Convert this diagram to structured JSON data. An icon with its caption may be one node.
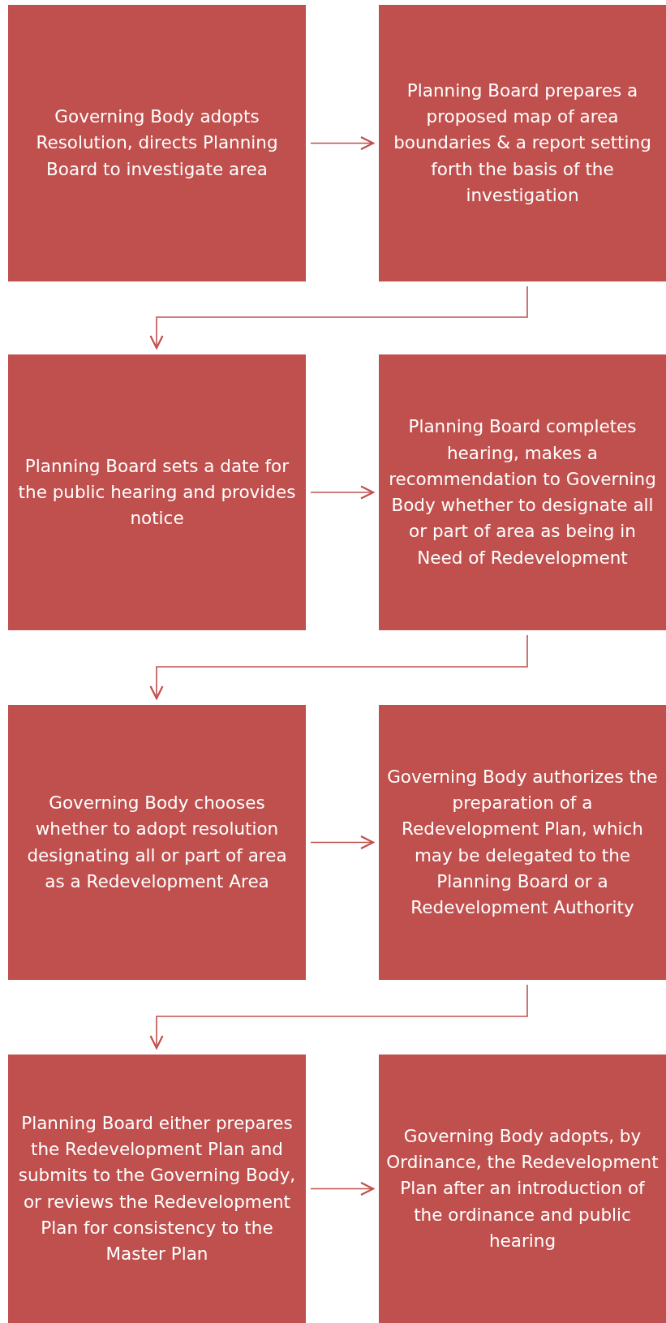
{
  "diagram": {
    "nodes": [
      {
        "text": [
          "Governing Body adopts Resolution, directs Planning Board to investigate area"
        ]
      },
      {
        "text": [
          "Planning Board prepares a proposed map of area boundaries & a report setting forth the basis of the investigation"
        ]
      },
      {
        "text": [
          "Planning Board sets a date for the public hearing and provides notice"
        ]
      },
      {
        "text": [
          "Planning Board completes hearing, makes a recommendation to Governing Body whether to designate all or part of area as being in Need of Redevelopment"
        ]
      },
      {
        "text": [
          "Governing Body chooses whether to adopt resolution designating all or part of area as a Redevelopment Area"
        ]
      },
      {
        "text": [
          "Governing Body authorizes the preparation of a Redevelopment Plan, which may be delegated to the Planning Board or a Redevelopment Authority"
        ]
      },
      {
        "text": [
          "Planning Board either prepares the Redevelopment Plan and submits to the Governing Body, or reviews the Redevelopment Plan for consistency to the Master Plan"
        ]
      },
      {
        "text": [
          "Governing Body adopts, by Ordinance, the Redevelopment Plan after an introduction of the ordinance and public hearing"
        ]
      }
    ],
    "edges": [
      {
        "from": 0,
        "to": 1,
        "arrow": "to"
      },
      {
        "from": 1,
        "to": 2,
        "arrow": "to"
      },
      {
        "from": 2,
        "to": 3,
        "arrow": "to"
      },
      {
        "from": 3,
        "to": 4,
        "arrow": "to"
      },
      {
        "from": 4,
        "to": 5,
        "arrow": "to"
      },
      {
        "from": 5,
        "to": 6,
        "arrow": "to"
      },
      {
        "from": 6,
        "to": 7,
        "arrow": "to"
      }
    ]
  }
}
